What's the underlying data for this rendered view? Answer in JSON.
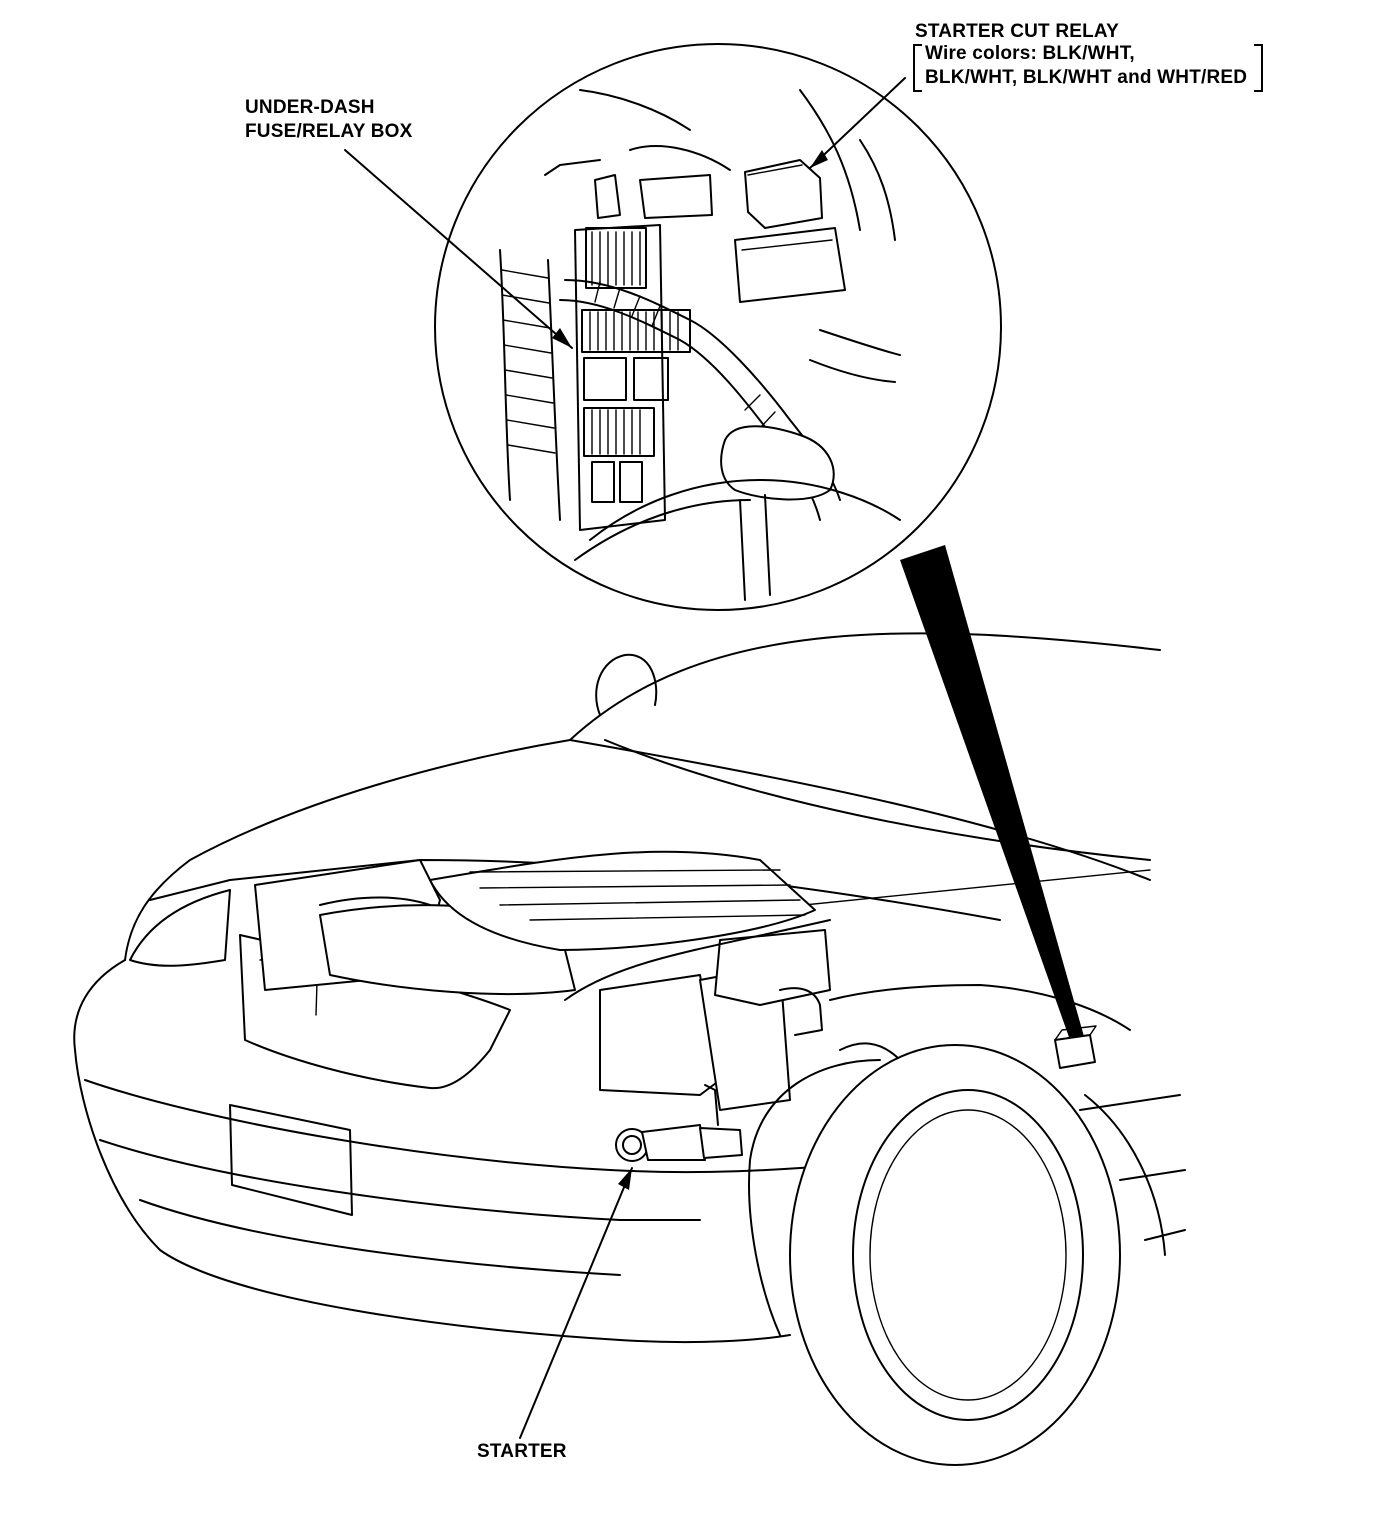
{
  "labels": {
    "starter_cut_relay": "STARTER CUT RELAY",
    "wire_colors_line1": "Wire colors: BLK/WHT,",
    "wire_colors_line2": "BLK/WHT, BLK/WHT and WHT/RED",
    "under_dash_line1": "UNDER-DASH",
    "under_dash_line2": "FUSE/RELAY BOX",
    "starter": "STARTER"
  },
  "colors": {
    "ink": "#000000",
    "paper": "#ffffff"
  }
}
